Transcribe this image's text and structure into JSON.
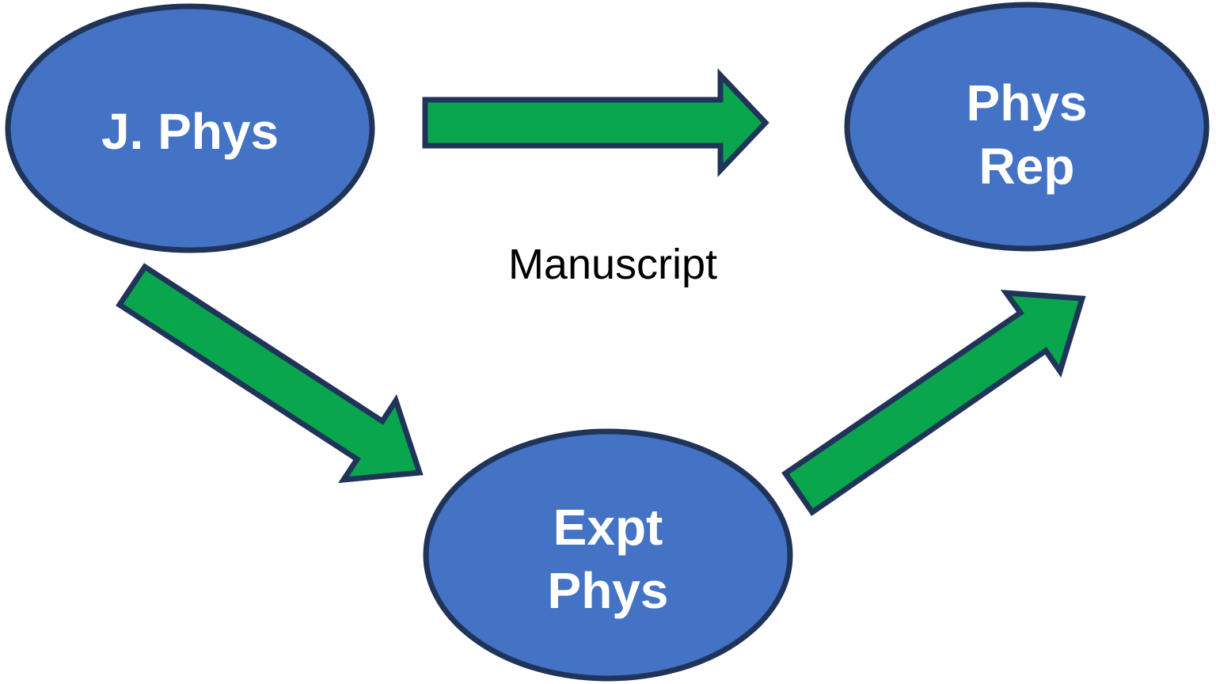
{
  "diagram": {
    "type": "flow-diagram",
    "background": "#ffffff",
    "colors": {
      "node_fill": "#4472C4",
      "outline": "#1F3458",
      "arrow_fill": "#0AA64E",
      "node_label": "#ffffff",
      "annotation": "#000000"
    },
    "nodes": [
      {
        "id": "j-phys",
        "label": "J. Phys",
        "lines": [
          "J. Phys"
        ]
      },
      {
        "id": "phys-rep",
        "label": "Phys Rep",
        "lines": [
          "Phys",
          "Rep"
        ]
      },
      {
        "id": "expt-phys",
        "label": "Expt Phys",
        "lines": [
          "Expt",
          "Phys"
        ]
      }
    ],
    "edges": [
      {
        "from": "J. Phys",
        "to": "Phys Rep",
        "label": "Manuscript"
      },
      {
        "from": "J. Phys",
        "to": "Expt Phys",
        "label": ""
      },
      {
        "from": "Expt Phys",
        "to": "Phys Rep",
        "label": ""
      }
    ],
    "annotation_label": "Manuscript"
  }
}
